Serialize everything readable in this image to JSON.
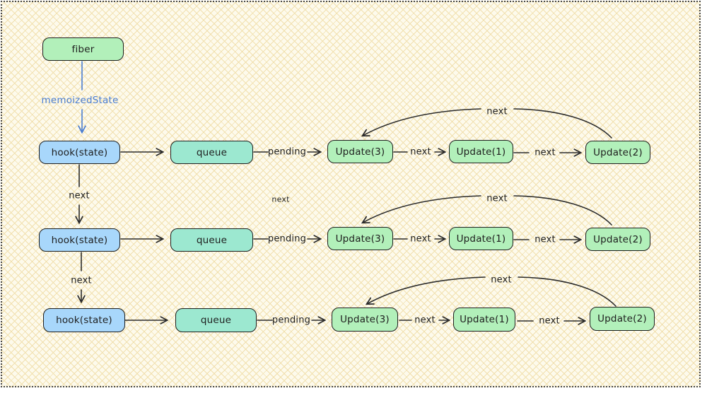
{
  "colors": {
    "background": "#fdfaec",
    "pattern": "#f1e0ae",
    "boxBorder": "#1e1e1e",
    "greenFill": "#b2f0ba",
    "tealFill": "#9ce8d0",
    "blueFill": "#a8d7fb",
    "arrow": "#2b2b2b",
    "text": "#1e1e1e",
    "memoizedBlue": "#4a7dd1"
  },
  "fiber_label": "fiber",
  "memoized_state_label": "memoizedState",
  "stray_label": "next",
  "hook_chain_labels": [
    "next",
    "next"
  ],
  "rows": [
    {
      "hook": "hook(state)",
      "queue": "queue",
      "pending": "pending",
      "updates": [
        "Update(3)",
        "Update(1)",
        "Update(2)"
      ],
      "next_labels": [
        "next",
        "next"
      ],
      "loop_label": "next"
    },
    {
      "hook": "hook(state)",
      "queue": "queue",
      "pending": "pending",
      "updates": [
        "Update(3)",
        "Update(1)",
        "Update(2)"
      ],
      "next_labels": [
        "next",
        "next"
      ],
      "loop_label": "next"
    },
    {
      "hook": "hook(state)",
      "queue": "queue",
      "pending": "pending",
      "updates": [
        "Update(3)",
        "Update(1)",
        "Update(2)"
      ],
      "next_labels": [
        "next",
        "next"
      ],
      "loop_label": "next"
    }
  ]
}
